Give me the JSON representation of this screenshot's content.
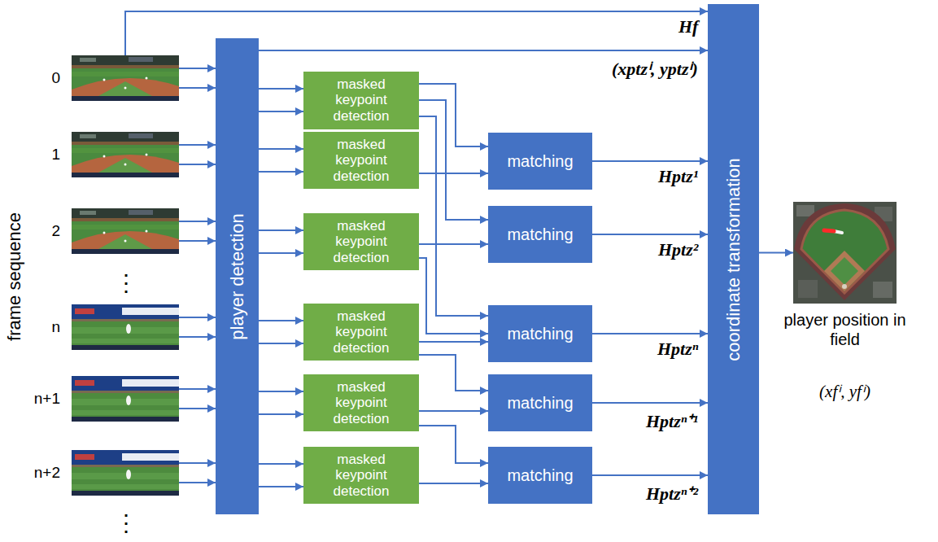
{
  "diagram": {
    "nodes": [
      {
        "text": [
          "0"
        ]
      },
      {
        "text": [
          "1"
        ]
      },
      {
        "text": [
          "2"
        ]
      },
      {
        "text": [
          "n"
        ]
      },
      {
        "text": [
          "n+1"
        ]
      },
      {
        "text": [
          "n+2"
        ]
      },
      {
        "text": [
          "player detection"
        ]
      },
      {
        "text": [
          "masked keypoint detection"
        ]
      },
      {
        "text": [
          "masked keypoint detection"
        ]
      },
      {
        "text": [
          "masked keypoint detection"
        ]
      },
      {
        "text": [
          "masked keypoint detection"
        ]
      },
      {
        "text": [
          "masked keypoint detection"
        ]
      },
      {
        "text": [
          "masked keypoint detection"
        ]
      },
      {
        "text": [
          "matching"
        ]
      },
      {
        "text": [
          "matching"
        ]
      },
      {
        "text": [
          "matching"
        ]
      },
      {
        "text": [
          "matching"
        ]
      },
      {
        "text": [
          "matching"
        ]
      },
      {
        "text": [
          "coordinate transformation"
        ]
      },
      {
        "text": [
          "player position in field",
          "(xfⁱ, yfⁱ)"
        ]
      }
    ],
    "edges": [
      {
        "from": 0,
        "to": 6,
        "arrow": "to"
      },
      {
        "from": 0,
        "to": 6,
        "arrow": "to"
      },
      {
        "from": 1,
        "to": 6,
        "arrow": "to"
      },
      {
        "from": 1,
        "to": 6,
        "arrow": "to"
      },
      {
        "from": 2,
        "to": 6,
        "arrow": "to"
      },
      {
        "from": 2,
        "to": 6,
        "arrow": "to"
      },
      {
        "from": 3,
        "to": 6,
        "arrow": "to"
      },
      {
        "from": 3,
        "to": 6,
        "arrow": "to"
      },
      {
        "from": 4,
        "to": 6,
        "arrow": "to"
      },
      {
        "from": 4,
        "to": 6,
        "arrow": "to"
      },
      {
        "from": 5,
        "to": 6,
        "arrow": "to"
      },
      {
        "from": 5,
        "to": 6,
        "arrow": "to"
      },
      {
        "from": 6,
        "to": 7,
        "arrow": "to"
      },
      {
        "from": 6,
        "to": 7,
        "arrow": "to"
      },
      {
        "from": 6,
        "to": 8,
        "arrow": "to"
      },
      {
        "from": 6,
        "to": 8,
        "arrow": "to"
      },
      {
        "from": 6,
        "to": 9,
        "arrow": "to"
      },
      {
        "from": 6,
        "to": 9,
        "arrow": "to"
      },
      {
        "from": 6,
        "to": 10,
        "arrow": "to"
      },
      {
        "from": 6,
        "to": 10,
        "arrow": "to"
      },
      {
        "from": 6,
        "to": 11,
        "arrow": "to"
      },
      {
        "from": 6,
        "to": 11,
        "arrow": "to"
      },
      {
        "from": 6,
        "to": 12,
        "arrow": "to"
      },
      {
        "from": 6,
        "to": 12,
        "arrow": "to"
      },
      {
        "from": 0,
        "to": 18,
        "arrow": "to",
        "label": "Hf"
      },
      {
        "from": 6,
        "to": 18,
        "arrow": "to",
        "label": "(xptzⁱ, yptzⁱ)"
      },
      {
        "from": 7,
        "to": 13,
        "arrow": "to"
      },
      {
        "from": 8,
        "to": 13,
        "arrow": "to"
      },
      {
        "from": 7,
        "to": 14,
        "arrow": "to"
      },
      {
        "from": 9,
        "to": 14,
        "arrow": "to"
      },
      {
        "from": 7,
        "to": 15,
        "arrow": "to"
      },
      {
        "from": 9,
        "to": 15,
        "arrow": "to"
      },
      {
        "from": 10,
        "to": 15,
        "arrow": "to"
      },
      {
        "from": 10,
        "to": 16,
        "arrow": "to"
      },
      {
        "from": 11,
        "to": 16,
        "arrow": "to"
      },
      {
        "from": 11,
        "to": 17,
        "arrow": "to"
      },
      {
        "from": 12,
        "to": 17,
        "arrow": "to"
      },
      {
        "from": 13,
        "to": 18,
        "arrow": "to",
        "label": "Hptz¹"
      },
      {
        "from": 14,
        "to": 18,
        "arrow": "to",
        "label": "Hptz²"
      },
      {
        "from": 15,
        "to": 18,
        "arrow": "to",
        "label": "Hptzⁿ"
      },
      {
        "from": 16,
        "to": 18,
        "arrow": "to",
        "label": "Hptzⁿ⁺¹"
      },
      {
        "from": 17,
        "to": 18,
        "arrow": "to",
        "label": "Hptzⁿ⁺²"
      },
      {
        "from": 18,
        "to": 19,
        "arrow": "to"
      }
    ],
    "labels": [
      "frame sequence",
      "⋮",
      "⋮"
    ]
  }
}
